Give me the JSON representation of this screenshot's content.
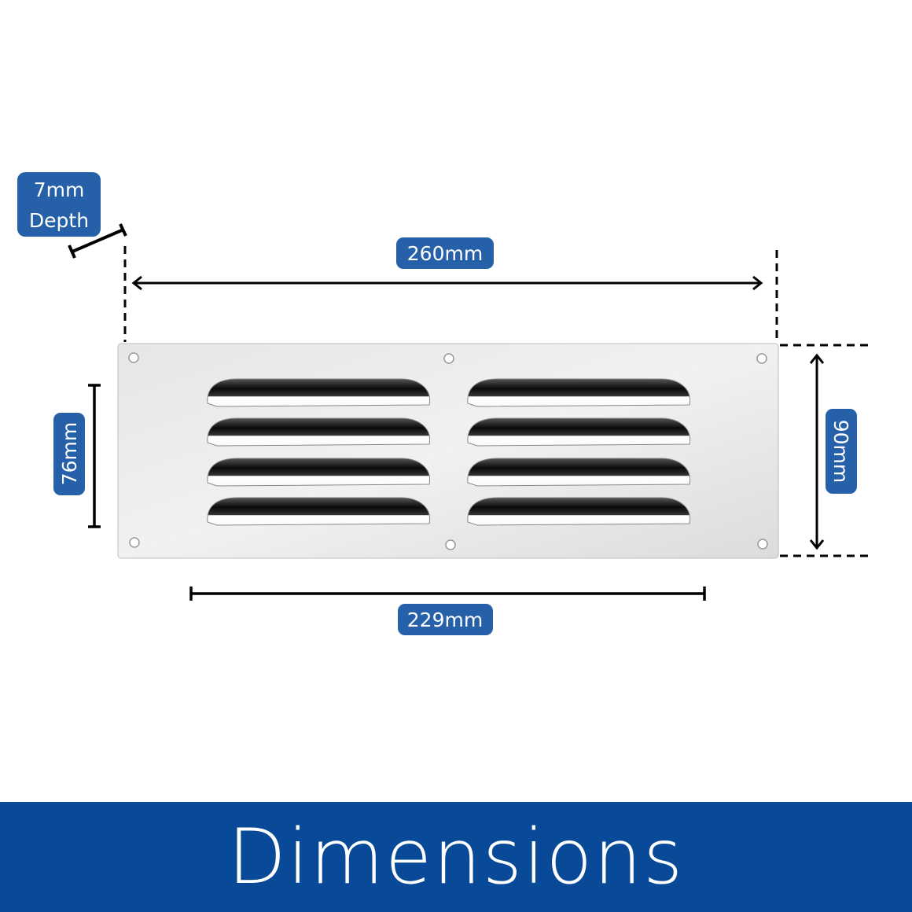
{
  "labels": {
    "depth_value": "7mm",
    "depth_word": "Depth",
    "overall_width": "260mm",
    "louver_width": "229mm",
    "louver_height": "76mm",
    "overall_height": "90mm"
  },
  "colors": {
    "label_bg": "#2560a8",
    "footer_bg": "#084a98"
  },
  "footer": {
    "title": "Dimensions"
  }
}
